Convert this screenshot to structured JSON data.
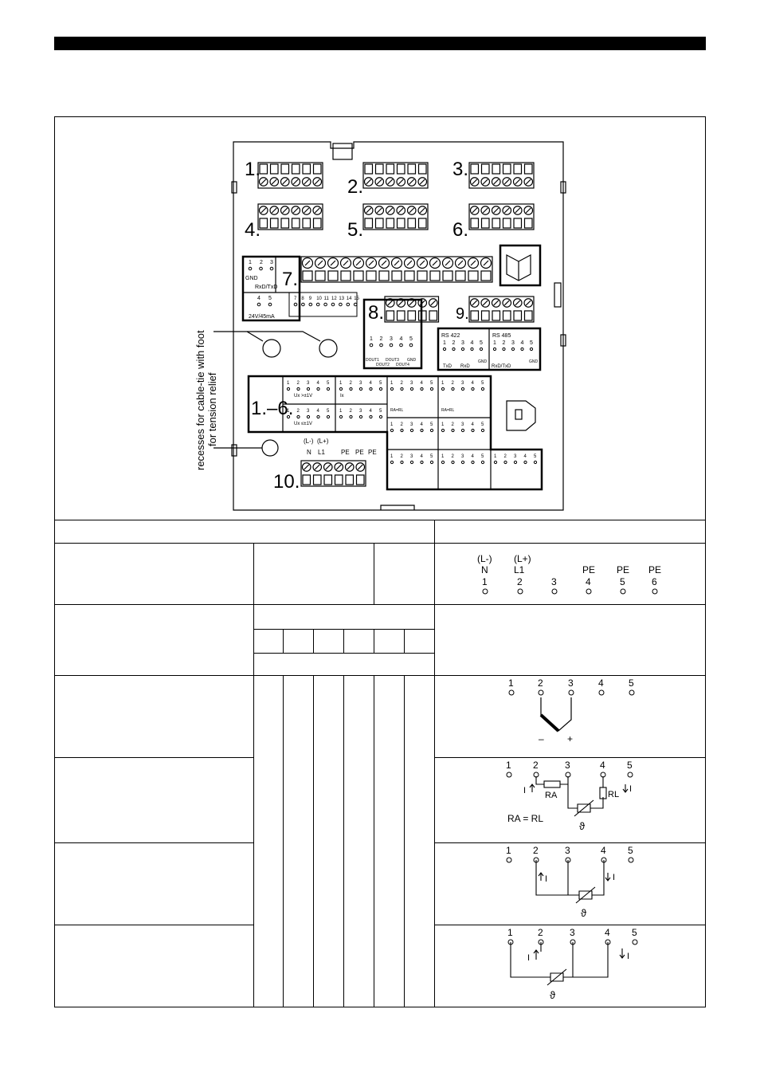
{
  "device": {
    "groups": {
      "g1": "1.",
      "g2": "2.",
      "g3": "3.",
      "g4": "4.",
      "g5": "5.",
      "g6": "6.",
      "g7": "7.",
      "g8": "8.",
      "g9": "9.",
      "g10": "10.",
      "g16": "1.–6."
    },
    "recess_label_line1": "recesses for cable-tie with foot",
    "recess_label_line2": "for tension relief",
    "block7": {
      "pins_top": [
        "1",
        "2",
        "3"
      ],
      "gnd": "GND",
      "rxd_txd": "RxD/TxD",
      "pins_mid": [
        "4",
        "5"
      ],
      "pins_right": [
        "7",
        "8",
        "9",
        "10",
        "11",
        "12",
        "13",
        "14",
        "15"
      ],
      "supply": "24V/45mA"
    },
    "block8": {
      "pins": [
        "1",
        "2",
        "3",
        "4",
        "5"
      ],
      "labels": [
        "DOUT1",
        "DOUT2",
        "DOUT3",
        "DOUT4",
        "GND"
      ]
    },
    "block9": {
      "rs422": "RS 422",
      "rs485": "RS 485",
      "pins": [
        "1",
        "2",
        "3",
        "4",
        "5"
      ],
      "txd": "TxD",
      "rxd": "RxD",
      "gnd": "GND",
      "rxdtxd": "RxD/TxD"
    },
    "block16": {
      "ux_ge": "Ux >±1V",
      "ux_le": "Ux ≤±1V",
      "ix": "Ix",
      "ra_rl": "RA=RL",
      "pins": [
        "1",
        "2",
        "3",
        "4",
        "5"
      ]
    },
    "block10": {
      "top": [
        "(L-)",
        "(L+)"
      ],
      "mid": [
        "N",
        "L1",
        "PE",
        "PE",
        "PE"
      ]
    }
  },
  "table": {
    "row_power": {
      "top_labels": [
        "(L-)",
        "(L+)"
      ],
      "mid_labels": [
        "N",
        "L1",
        "",
        "PE",
        "PE",
        "PE"
      ],
      "pins": [
        "1",
        "2",
        "3",
        "4",
        "5",
        "6"
      ]
    },
    "row_thermocouple": {
      "pins": [
        "1",
        "2",
        "3",
        "4",
        "5"
      ],
      "minus": "–",
      "plus": "+"
    },
    "row_rtd_2wire": {
      "pins": [
        "1",
        "2",
        "3",
        "4",
        "5"
      ],
      "current": "I",
      "ra": "RA",
      "rl": "RL",
      "theta": "ϑ",
      "eq": "RA = RL"
    },
    "row_rtd_3wire": {
      "pins": [
        "1",
        "2",
        "3",
        "4",
        "5"
      ],
      "current": "I",
      "theta": "ϑ"
    },
    "row_rtd_4wire": {
      "pins": [
        "1",
        "2",
        "3",
        "4",
        "5"
      ],
      "current": "I",
      "theta": "ϑ"
    }
  }
}
